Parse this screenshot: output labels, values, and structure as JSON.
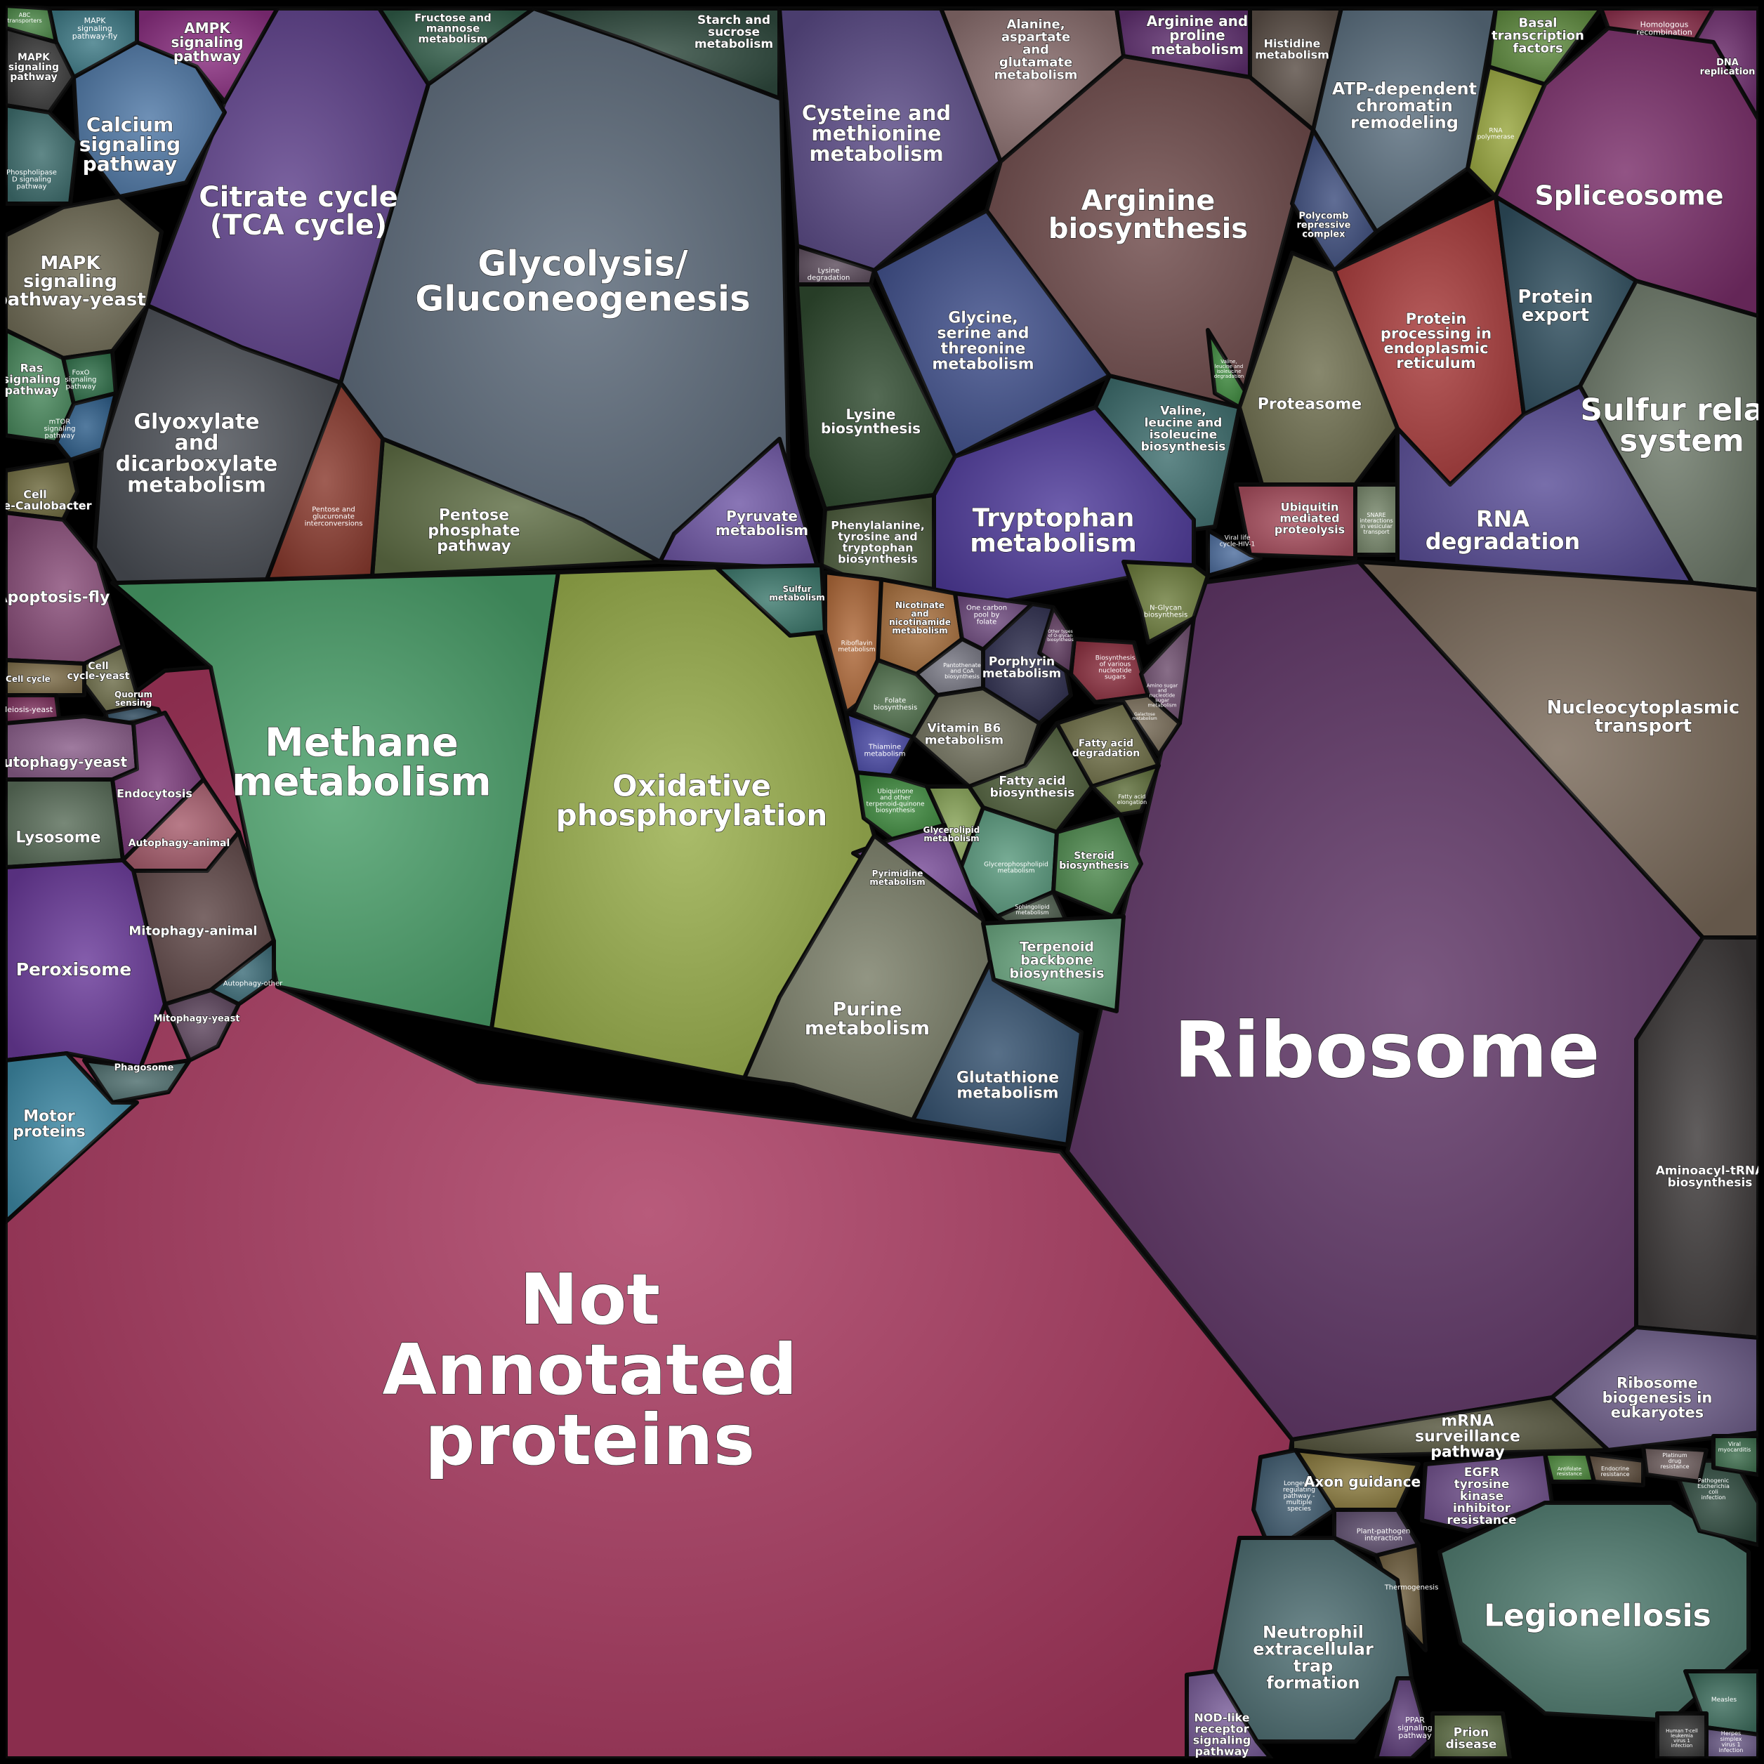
{
  "diagram": {
    "type": "voronoi-treemap",
    "cells": [
      {
        "id": "not-annotated",
        "label": "Not Annotated proteins",
        "color": "#a8375e"
      },
      {
        "id": "ribosome",
        "label": "Ribosome",
        "color": "#5e3465"
      },
      {
        "id": "glycolysis",
        "label": "Glycolysis/ Gluconeogenesis",
        "color": "#5a6878"
      },
      {
        "id": "methane",
        "label": "Methane metabolism",
        "color": "#4aa06a"
      },
      {
        "id": "oxphos",
        "label": "Oxidative phosphorylation",
        "color": "#98ae4a"
      },
      {
        "id": "citrate",
        "label": "Citrate cycle (TCA cycle)",
        "color": "#5d3f8a"
      },
      {
        "id": "glyoxylate",
        "label": "Glyoxylate and dicarboxylate metabolism",
        "color": "#4a4e55"
      },
      {
        "id": "pentose",
        "label": "Pentose phosphate pathway",
        "color": "#5f6e45"
      },
      {
        "id": "pentose-gluc",
        "label": "Pentose and glucuronate interconversions",
        "color": "#8a3a2e"
      },
      {
        "id": "pyruvate",
        "label": "Pyruvate metabolism",
        "color": "#7058a6"
      },
      {
        "id": "fructose",
        "label": "Fructose and mannose metabolism",
        "color": "#2e5a46"
      },
      {
        "id": "starch",
        "label": "Starch and sucrose metabolism",
        "color": "#2f4a3e"
      },
      {
        "id": "calcium",
        "label": "Calcium signaling pathway",
        "color": "#4f78a6"
      },
      {
        "id": "ampk",
        "label": "AMPK signaling pathway",
        "color": "#8a2e80"
      },
      {
        "id": "mapk-fly",
        "label": "MAPK signaling pathway-fly",
        "color": "#3e7a86"
      },
      {
        "id": "mapk",
        "label": "MAPK signaling pathway",
        "color": "#3a3a3a"
      },
      {
        "id": "mapk-yeast",
        "label": "MAPK signaling pathway-yeast",
        "color": "#6e6a54"
      },
      {
        "id": "ras",
        "label": "Ras signaling pathway",
        "color": "#4a8a5e"
      },
      {
        "id": "foxo",
        "label": "FoxO signaling pathway",
        "color": "#2e6e48"
      },
      {
        "id": "mtor",
        "label": "mTOR signaling pathway",
        "color": "#2e5e8a"
      },
      {
        "id": "phospholipase",
        "label": "Phospholipase D signaling pathway",
        "color": "#3e6e6e"
      },
      {
        "id": "abc",
        "label": "ABC transporters",
        "color": "#4e8a4a"
      },
      {
        "id": "cellcycle-caulo",
        "label": "Cell cycle-Caulobacter",
        "color": "#6e6a3e"
      },
      {
        "id": "apoptosis-fly",
        "label": "Apoptosis-fly",
        "color": "#8a4e7a"
      },
      {
        "id": "cellcycle-yeast",
        "label": "Cell cycle-yeast",
        "color": "#6e6e4a"
      },
      {
        "id": "cellcycle",
        "label": "Cell cycle",
        "color": "#7e6e4a"
      },
      {
        "id": "meiosis",
        "label": "Meiosis-yeast",
        "color": "#7a2e5a"
      },
      {
        "id": "quorum",
        "label": "Quorum sensing",
        "color": "#2e4a5e"
      },
      {
        "id": "autophagy-yeast",
        "label": "Autophagy-yeast",
        "color": "#8a5e8a"
      },
      {
        "id": "endocytosis",
        "label": "Endocytosis",
        "color": "#7a3a7a"
      },
      {
        "id": "lysosome",
        "label": "Lysosome",
        "color": "#5a6e5a"
      },
      {
        "id": "autophagy-animal",
        "label": "Autophagy-animal",
        "color": "#a85e6e"
      },
      {
        "id": "mitophagy-animal",
        "label": "Mitophagy-animal",
        "color": "#5e4646"
      },
      {
        "id": "autophagy-other",
        "label": "Autophagy-other",
        "color": "#3e6e7a"
      },
      {
        "id": "peroxisome",
        "label": "Peroxisome",
        "color": "#6a3a9a"
      },
      {
        "id": "mitophagy-yeast",
        "label": "Mitophagy-yeast",
        "color": "#5e465e"
      },
      {
        "id": "phagosome",
        "label": "Phagosome",
        "color": "#4e6e6e"
      },
      {
        "id": "motor",
        "label": "Motor proteins",
        "color": "#3e8aa6"
      },
      {
        "id": "cysteine",
        "label": "Cysteine and methionine metabolism",
        "color": "#5a4a86"
      },
      {
        "id": "alanine",
        "label": "Alanine, aspartate and glutamate metabolism",
        "color": "#8a6e6e"
      },
      {
        "id": "arg-pro",
        "label": "Arginine and proline metabolism",
        "color": "#5e2e6e"
      },
      {
        "id": "histidine",
        "label": "Histidine metabolism",
        "color": "#5a4e46"
      },
      {
        "id": "arginine-bio",
        "label": "Arginine biosynthesis",
        "color": "#6e4a4a"
      },
      {
        "id": "lysine-deg",
        "label": "Lysine degradation",
        "color": "#5e4e5e"
      },
      {
        "id": "glycine",
        "label": "Glycine, serine and threonine metabolism",
        "color": "#3e4e8a"
      },
      {
        "id": "lysine-bio",
        "label": "Lysine biosynthesis",
        "color": "#2f4a2f"
      },
      {
        "id": "valine",
        "label": "Valine, leucine and isoleucine biosynthesis",
        "color": "#3e6e6e"
      },
      {
        "id": "valine-deg",
        "label": "Valine, leucine and isoleucine degradation",
        "color": "#3e8a3e"
      },
      {
        "id": "tryptophan",
        "label": "Tryptophan metabolism",
        "color": "#4e3a9a"
      },
      {
        "id": "phe-tyr-trp",
        "label": "Phenylalanine, tyrosine and tryptophan biosynthesis",
        "color": "#4a5a3a"
      },
      {
        "id": "sulfur-met",
        "label": "Sulfur metabolism",
        "color": "#3e7a6e"
      },
      {
        "id": "riboflavin",
        "label": "Riboflavin metabolism",
        "color": "#b06a3a"
      },
      {
        "id": "nicotinate",
        "label": "Nicotinate and nicotinamide metabolism",
        "color": "#a8703e"
      },
      {
        "id": "one-carbon",
        "label": "One carbon pool by folate",
        "color": "#6e4a7e"
      },
      {
        "id": "porphyrin",
        "label": "Porphyrin metabolism",
        "color": "#2e2e4e"
      },
      {
        "id": "pantothenate",
        "label": "Pantothenate and CoA biosynthesis",
        "color": "#7a7a86"
      },
      {
        "id": "folate",
        "label": "Folate biosynthesis",
        "color": "#4e6e4a"
      },
      {
        "id": "thiamine",
        "label": "Thiamine metabolism",
        "color": "#4a4aa6"
      },
      {
        "id": "vitb6",
        "label": "Vitamin B6 metabolism",
        "color": "#6e6e5a"
      },
      {
        "id": "ubiquinone",
        "label": "Ubiquinone and other terpenoid-quinone biosynthesis",
        "color": "#3e8a3e"
      },
      {
        "id": "fa-bio",
        "label": "Fatty acid biosynthesis",
        "color": "#4e5e3a"
      },
      {
        "id": "fa-deg",
        "label": "Fatty acid degradation",
        "color": "#6e6e46"
      },
      {
        "id": "fa-elong",
        "label": "Fatty acid elongation",
        "color": "#5e6e3a"
      },
      {
        "id": "glycerolipid",
        "label": "Glycerolipid metabolism",
        "color": "#8aa65a"
      },
      {
        "id": "glycerophospho",
        "label": "Glycerophospholipid metabolism",
        "color": "#5a9a7e"
      },
      {
        "id": "steroid",
        "label": "Steroid biosynthesis",
        "color": "#4e8a4e"
      },
      {
        "id": "sphingolipid",
        "label": "Sphingolipid metabolism",
        "color": "#4a5a4a"
      },
      {
        "id": "pyrimidine",
        "label": "Pyrimidine metabolism",
        "color": "#7a4e9a"
      },
      {
        "id": "purine",
        "label": "Purine metabolism",
        "color": "#7a7e68"
      },
      {
        "id": "terpenoid",
        "label": "Terpenoid backbone biosynthesis",
        "color": "#6aa680"
      },
      {
        "id": "glutathione",
        "label": "Glutathione metabolism",
        "color": "#33506e"
      },
      {
        "id": "n-glycan",
        "label": "N-Glycan biosynthesis",
        "color": "#6e7e3e"
      },
      {
        "id": "nucleotide-sugars",
        "label": "Biosynthesis of various nucleotide sugars",
        "color": "#8a2e3e"
      },
      {
        "id": "amino-sugar",
        "label": "Amino sugar and nucleotide sugar metabolism",
        "color": "#6e4e6e"
      },
      {
        "id": "galactose",
        "label": "Galactose metabolism",
        "color": "#7a6e5a"
      },
      {
        "id": "glyco-other",
        "label": "Other types of O-glycan biosynthesis",
        "color": "#5e3a5e"
      },
      {
        "id": "atp-chromatin",
        "label": "ATP-dependent chromatin remodeling",
        "color": "#5a6e7e"
      },
      {
        "id": "basal-tf",
        "label": "Basal transcription factors",
        "color": "#5e8a3e"
      },
      {
        "id": "homologous",
        "label": "Homologous recombination",
        "color": "#8a2e4a"
      },
      {
        "id": "dna-rep",
        "label": "DNA replication",
        "color": "#6e2e6e"
      },
      {
        "id": "rna-pol",
        "label": "RNA polymerase",
        "color": "#98a63e"
      },
      {
        "id": "polycomb",
        "label": "Polycomb repressive complex",
        "color": "#3e4e7e"
      },
      {
        "id": "spliceosome",
        "label": "Spliceosome",
        "color": "#7a2e6a"
      },
      {
        "id": "protein-processing",
        "label": "Protein processing in endoplasmic reticulum",
        "color": "#a83a3a"
      },
      {
        "id": "protein-export",
        "label": "Protein export",
        "color": "#2f4e5e"
      },
      {
        "id": "proteasome",
        "label": "Proteasome",
        "color": "#6e6e4e"
      },
      {
        "id": "sulfur-relay",
        "label": "Sulfur relay system",
        "color": "#6e7a6a"
      },
      {
        "id": "ubiquitin",
        "label": "Ubiquitin mediated proteolysis",
        "color": "#a84e5e"
      },
      {
        "id": "snare",
        "label": "SNARE interactions in vesicular transport",
        "color": "#7a8a6e"
      },
      {
        "id": "rna-deg",
        "label": "RNA degradation",
        "color": "#5a4e98"
      },
      {
        "id": "viral-hiv",
        "label": "Viral life cycle-HIV-1",
        "color": "#4e6e9e"
      },
      {
        "id": "nucleocyto",
        "label": "Nucleocytoplasmic transport",
        "color": "#7a6a5a"
      },
      {
        "id": "aminoacyl",
        "label": "Aminoacyl-tRNA biosynthesis",
        "color": "#3e3a3a"
      },
      {
        "id": "ribosome-bio",
        "label": "Ribosome biogenesis in eukaryotes",
        "color": "#6e5e8a"
      },
      {
        "id": "mrna-surv",
        "label": "mRNA surveillance pathway",
        "color": "#56563e"
      },
      {
        "id": "longevity",
        "label": "Longevity regulating pathway - multiple species",
        "color": "#3e5a6e"
      },
      {
        "id": "axon",
        "label": "Axon guidance",
        "color": "#8a7a3e"
      },
      {
        "id": "egfr",
        "label": "EGFR tyrosine kinase inhibitor resistance",
        "color": "#6e4e8a"
      },
      {
        "id": "plant-pathogen",
        "label": "Plant-pathogen interaction",
        "color": "#5e4e6e"
      },
      {
        "id": "thermogenesis",
        "label": "Thermogenesis",
        "color": "#6e5e3e"
      },
      {
        "id": "neutrophil",
        "label": "Neutrophil extracellular trap formation",
        "color": "#4e6e72"
      },
      {
        "id": "nod-like",
        "label": "NOD-like receptor signaling pathway",
        "color": "#7a5e9a"
      },
      {
        "id": "ppar",
        "label": "PPAR signaling pathway",
        "color": "#5e3e7a"
      },
      {
        "id": "legionellosis",
        "label": "Legionellosis",
        "color": "#4e7a6e"
      },
      {
        "id": "prion",
        "label": "Prion disease",
        "color": "#5e6e46"
      },
      {
        "id": "pathogenic-ecoli",
        "label": "Pathogenic Escherichia coli infection",
        "color": "#2e4a3e"
      },
      {
        "id": "viral-myo",
        "label": "Viral myocarditis",
        "color": "#3e6e4e"
      },
      {
        "id": "endocrine",
        "label": "Endocrine resistance",
        "color": "#5e4e3e"
      },
      {
        "id": "platinum",
        "label": "Platinum drug resistance",
        "color": "#6e5e5e"
      },
      {
        "id": "antifolate",
        "label": "Antifolate resistance",
        "color": "#4e8a3e"
      },
      {
        "id": "measles",
        "label": "Measles",
        "color": "#3e6e5e"
      },
      {
        "id": "herpes",
        "label": "Herpes simplex virus 1 infection",
        "color": "#6e5e8a"
      },
      {
        "id": "htlv",
        "label": "Human T-cell leukemia virus 1 infection",
        "color": "#3a3a3a"
      }
    ]
  }
}
